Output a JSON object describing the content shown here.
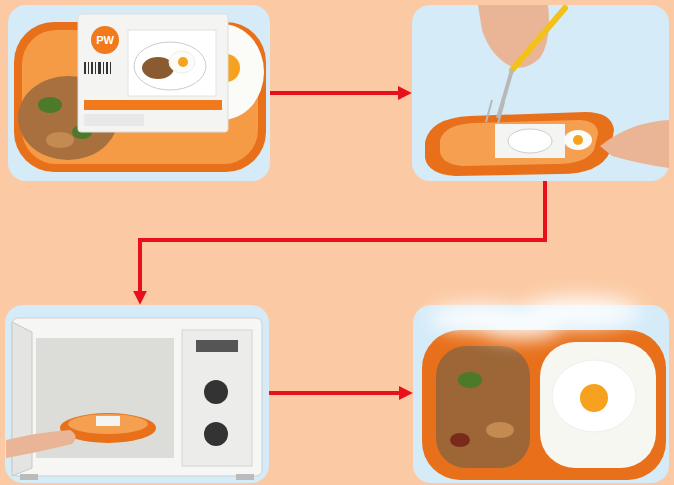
{
  "diagram": {
    "nodes": [
      {
        "text": [
          "PW"
        ]
      },
      {
        "text": []
      },
      {
        "text": []
      },
      {
        "text": []
      }
    ],
    "edges": [
      {
        "from": 0,
        "to": 1,
        "arrow": "to"
      },
      {
        "from": 1,
        "to": 2,
        "arrow": "to"
      },
      {
        "from": 2,
        "to": 3,
        "arrow": "to"
      }
    ]
  }
}
